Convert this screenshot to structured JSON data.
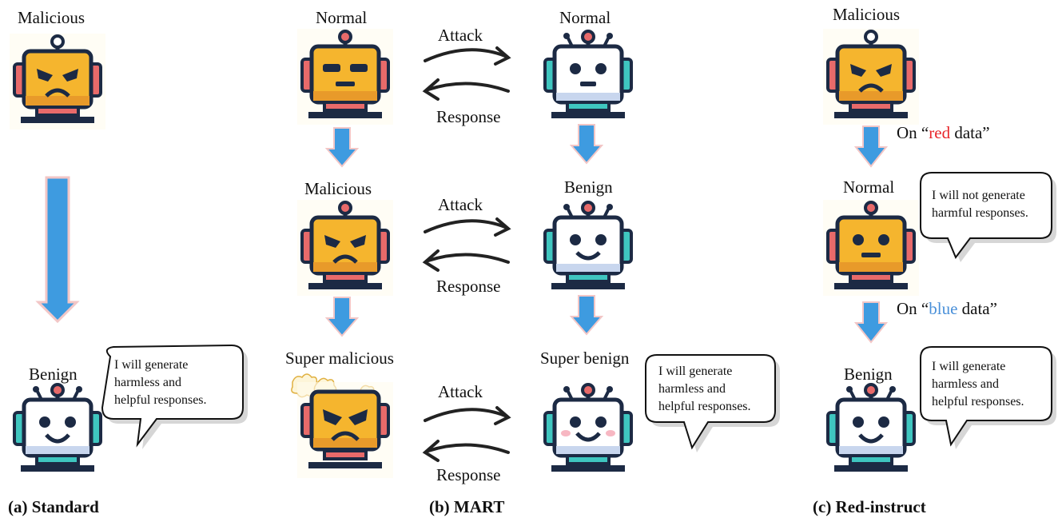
{
  "panels": {
    "standard": {
      "caption": "(a) Standard",
      "top_label": "Malicious",
      "bottom_label": "Benign",
      "bubble_lines": [
        "I will generate",
        "harmless and",
        "helpful responses."
      ]
    },
    "mart": {
      "caption": "(b) MART",
      "left_labels": [
        "Normal",
        "Malicious",
        "Super malicious"
      ],
      "right_labels": [
        "Normal",
        "Benign",
        "Super benign"
      ],
      "attack_label": "Attack",
      "response_label": "Response",
      "bubble_lines": [
        "I will generate",
        "harmless and",
        "helpful responses."
      ]
    },
    "red_instruct": {
      "caption": "(c) Red-instruct",
      "labels": [
        "Malicious",
        "Normal",
        "Benign"
      ],
      "step1": {
        "prefix": "On “",
        "colored": "red",
        "suffix": " data”",
        "color": "#e8252a"
      },
      "step2": {
        "prefix": "On “",
        "colored": "blue",
        "suffix": " data”",
        "color": "#4a90d9"
      },
      "bubble1_lines": [
        "I will not generate",
        "harmful responses."
      ],
      "bubble2_lines": [
        "I will generate",
        "harmless and",
        "helpful responses."
      ]
    }
  },
  "colors": {
    "arrow": "#3e9be0",
    "malicious_face": "#f5b52e",
    "benign_face": "#ffffff",
    "outline": "#1c2a44"
  }
}
